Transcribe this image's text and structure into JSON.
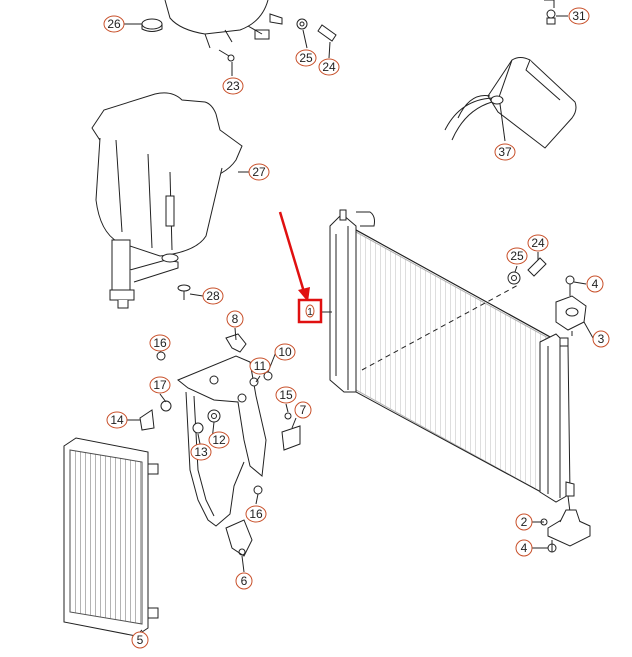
{
  "diagram": {
    "callouts": [
      {
        "id": "c26",
        "label": "26"
      },
      {
        "id": "c23",
        "label": "23"
      },
      {
        "id": "c25a",
        "label": "25"
      },
      {
        "id": "c24a",
        "label": "24"
      },
      {
        "id": "c31",
        "label": "31"
      },
      {
        "id": "c37",
        "label": "37"
      },
      {
        "id": "c27",
        "label": "27"
      },
      {
        "id": "c28",
        "label": "28"
      },
      {
        "id": "c25b",
        "label": "25"
      },
      {
        "id": "c24b",
        "label": "24"
      },
      {
        "id": "c4a",
        "label": "4"
      },
      {
        "id": "c3",
        "label": "3"
      },
      {
        "id": "c1",
        "label": "1"
      },
      {
        "id": "c8",
        "label": "8"
      },
      {
        "id": "c16a",
        "label": "16"
      },
      {
        "id": "c17",
        "label": "17"
      },
      {
        "id": "c11",
        "label": "11"
      },
      {
        "id": "c10",
        "label": "10"
      },
      {
        "id": "c15",
        "label": "15"
      },
      {
        "id": "c7",
        "label": "7"
      },
      {
        "id": "c14",
        "label": "14"
      },
      {
        "id": "c12",
        "label": "12"
      },
      {
        "id": "c13",
        "label": "13"
      },
      {
        "id": "c16b",
        "label": "16"
      },
      {
        "id": "c6",
        "label": "6"
      },
      {
        "id": "c5",
        "label": "5"
      },
      {
        "id": "c2",
        "label": "2"
      },
      {
        "id": "c4b",
        "label": "4"
      }
    ],
    "colors": {
      "callout": "#c8502a",
      "highlight": "#e01010",
      "line": "#222222"
    }
  }
}
